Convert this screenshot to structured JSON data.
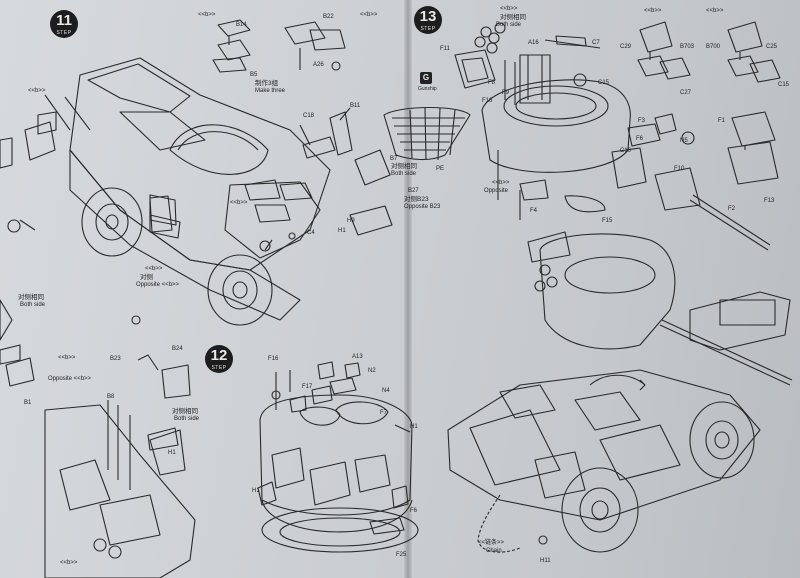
{
  "steps": {
    "s11": {
      "number": "11",
      "word": "STEP"
    },
    "s12": {
      "number": "12",
      "word": "STEP"
    },
    "s13": {
      "number": "13",
      "word": "STEP"
    }
  },
  "color_code": {
    "letter": "G",
    "caption": "Gunship"
  },
  "labels": {
    "b_tl": "<<b>>",
    "b_s11": "<<b>>",
    "b_topmid": "<<b>>",
    "b_topleft_r": "<<b>>",
    "b_topright_a": "<<b>>",
    "b_topright_b": "<<b>>",
    "b_turret": "<<b>>",
    "b_mid_l": "<<b>>",
    "b_left": "<<b>>",
    "opp_b_mid": "Opposite <<b>>",
    "opp_b_left": "Opposite <<b>>",
    "b_mid": "<<b>>",
    "b_bottom": "<<b>>",
    "make_three_cn": "制作3组",
    "make_three": "Make three",
    "both_side_cn_a": "对侧相同",
    "both_side_a": "Both side",
    "both_side_cn_b": "对侧相同",
    "both_side_b": "Both side",
    "both_side_cn_c": "对侧相同",
    "both_side_c": "Both side",
    "both_side_cn_d": "对侧相同",
    "both_side_d": "Both side",
    "opposite_b23_cn": "对侧B23",
    "opposite_b23": "Opposite B23",
    "opposite_cn": "对侧",
    "opposite": "Opposite",
    "chain_cn": "<<链条>>",
    "chain": "Chain",
    "b14": "B14",
    "b22": "B22",
    "b5": "B5",
    "a26": "A26",
    "b11": "B11",
    "c18": "C18",
    "b7": "B7",
    "b27": "B27",
    "c4": "C4",
    "h9": "H9",
    "h1_a": "H1",
    "b23": "B23",
    "b24": "B24",
    "b8": "B8",
    "f16": "F16",
    "a13": "A13",
    "n2": "N2",
    "f17": "F17",
    "n4": "N4",
    "f7": "F7",
    "h1_b": "H1",
    "h1_c": "H1",
    "f6": "F6",
    "f25": "F25",
    "f11": "F11",
    "f8": "F8",
    "f9": "F9",
    "f16_b": "F16",
    "a16": "A16",
    "c7": "C7",
    "c15": "C15",
    "c29": "C29",
    "b703": "B703",
    "c27": "C27",
    "b700": "B700",
    "c25": "C25",
    "c15_b": "C15",
    "f3": "F3",
    "n5": "N5",
    "f1": "F1",
    "f6_b": "F6",
    "f10": "F10",
    "f2": "F2",
    "f13": "F13",
    "c16": "C16",
    "f4": "F4",
    "f15": "F15",
    "pe": "PE",
    "h11": "H11",
    "b1": "B1",
    "h1_d": "H1"
  }
}
